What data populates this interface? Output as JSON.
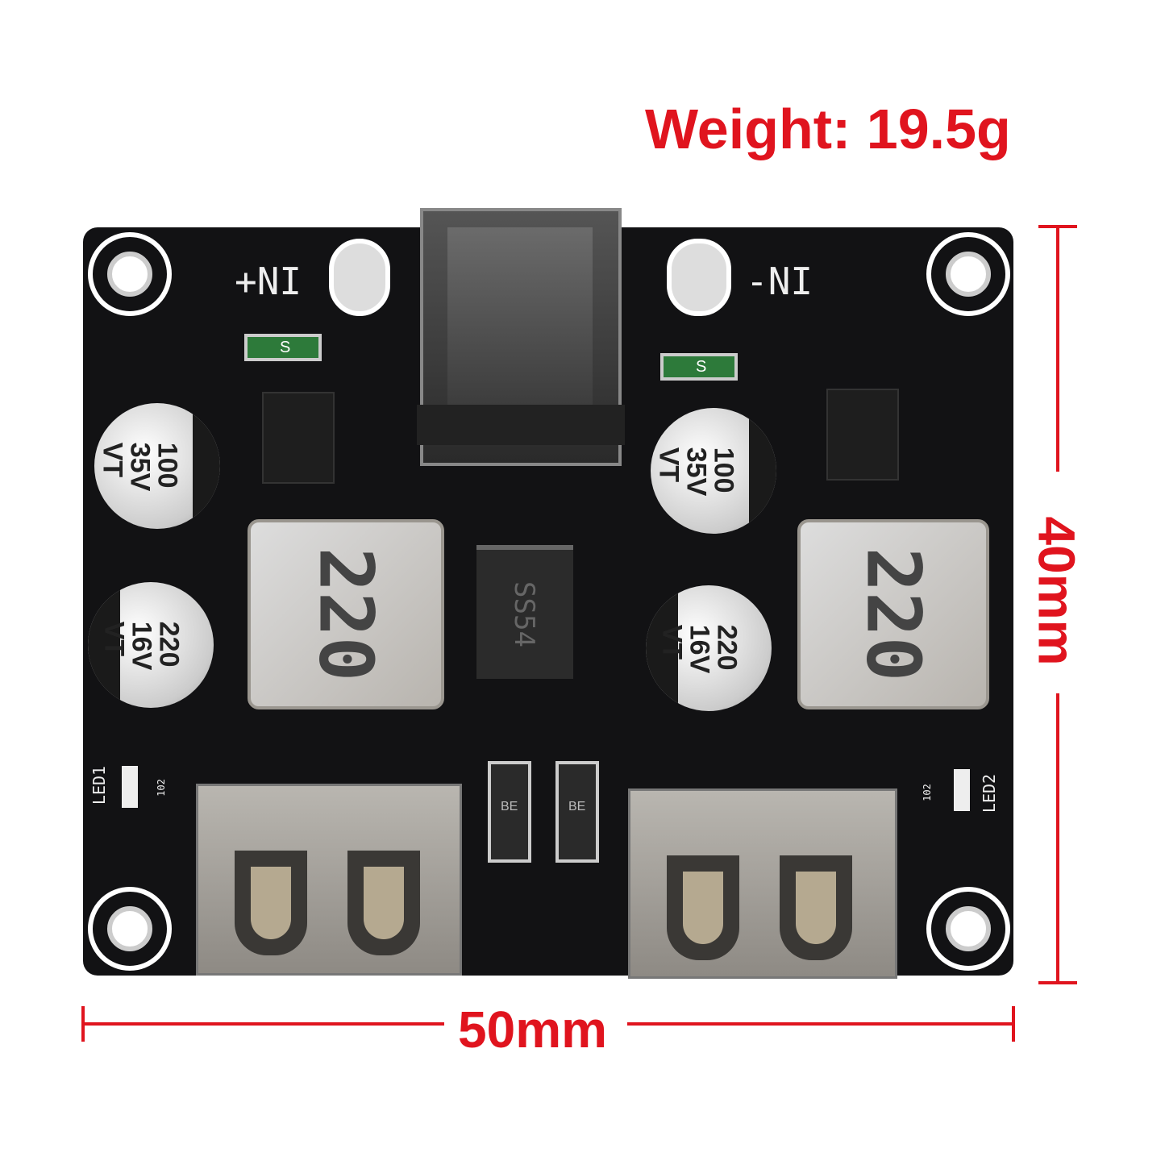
{
  "weight_label": "Weight: 19.5g",
  "height_label": "40mm",
  "width_label": "50mm",
  "colors": {
    "annotation": "#e0141e",
    "pcb": "#121214"
  },
  "board": {
    "input_plus": "+NI",
    "input_minus": "-NI",
    "fuse_label": "S",
    "cap_large": "100\n35V\nVT",
    "cap_small": "220\n16V\nVT",
    "inductor": "220",
    "diode": "SS54",
    "diode_small": "BE",
    "led1": "LED1",
    "led2": "LED2",
    "resistor": "102"
  }
}
